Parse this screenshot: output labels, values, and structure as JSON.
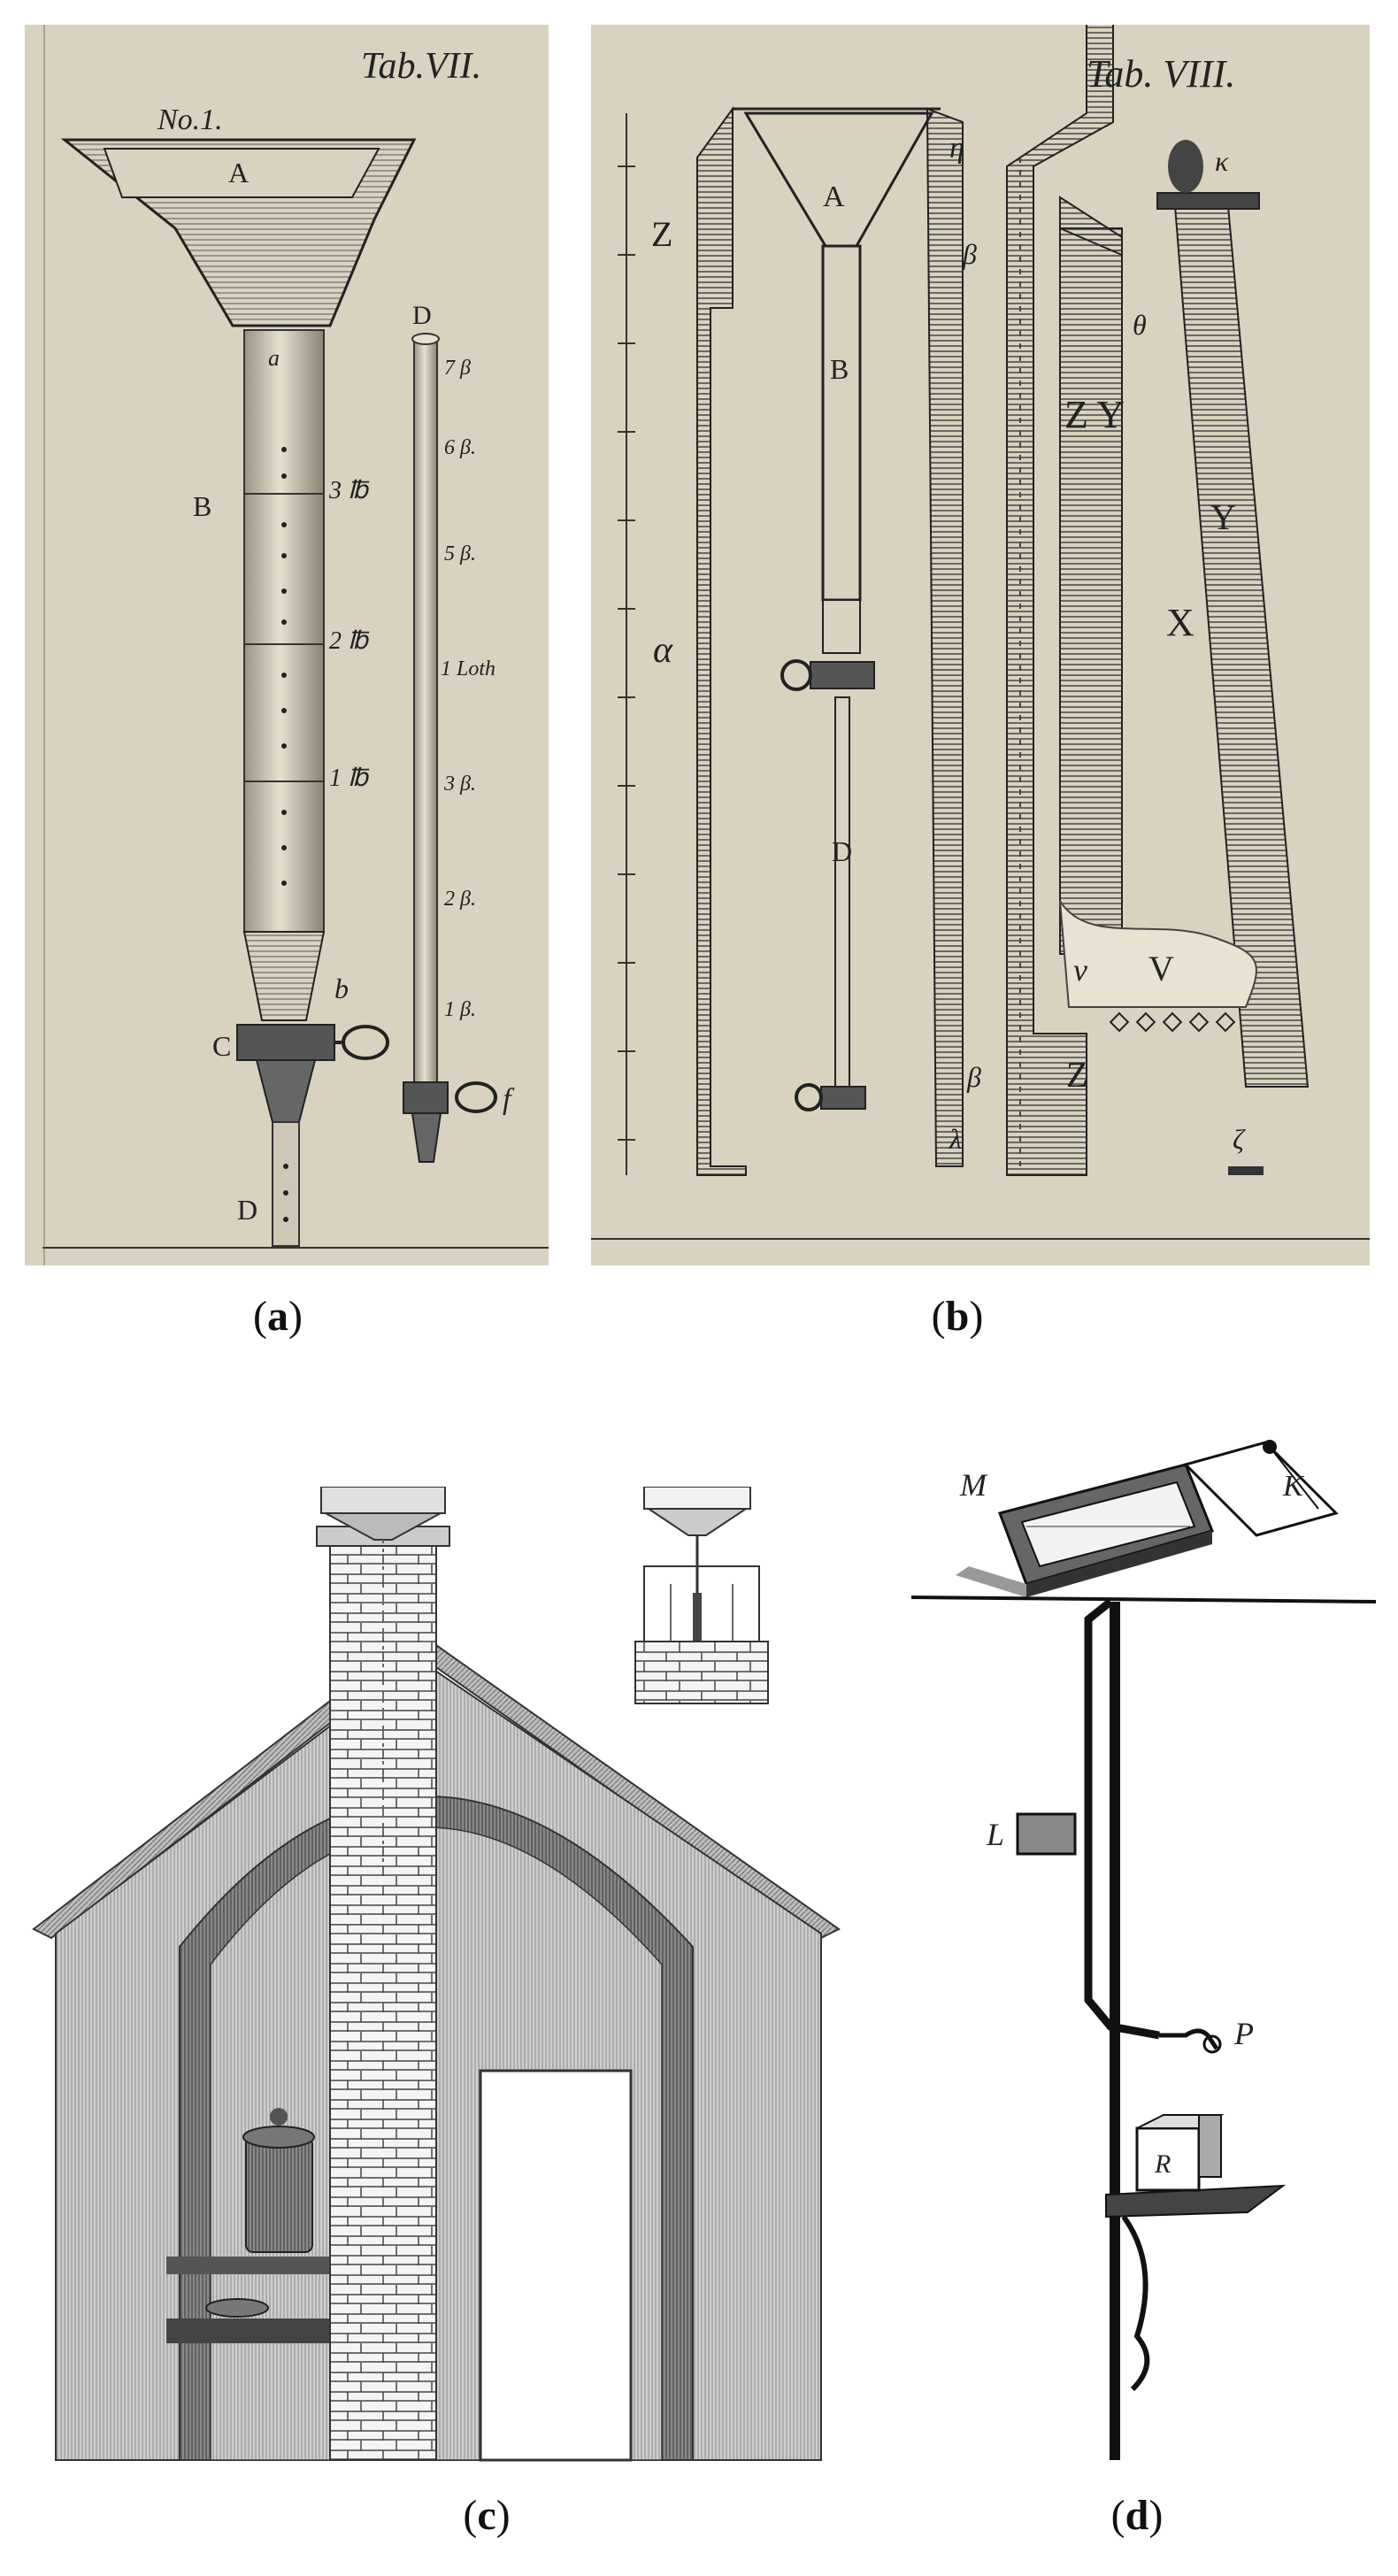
{
  "captions": {
    "a": "a",
    "b": "b",
    "c": "c",
    "d": "d"
  },
  "panel_a": {
    "plate": "Tab.VII.",
    "number": "No.1.",
    "labels": {
      "A": "A",
      "a": "a",
      "B": "B",
      "b": "b",
      "C": "C",
      "D": "D",
      "D2": "D",
      "f": "f"
    },
    "scale_main": [
      "3 ℔",
      "2 ℔",
      "1 ℔"
    ],
    "scale_tube": [
      "7 β",
      "6 β.",
      "5 β.",
      "1 Loth",
      "3 β.",
      "2 β.",
      "1 β."
    ]
  },
  "panel_b": {
    "plate": "Tab. VIII.",
    "labels": {
      "A": "A",
      "B": "B",
      "D": "D",
      "Z": "Z",
      "Z2": "Z",
      "ZY": "Z Y",
      "X": "X",
      "Y": "Y",
      "V": "V",
      "alpha": "α",
      "beta1": "β",
      "beta2": "β",
      "eta": "η",
      "theta": "θ",
      "kappa": "κ",
      "lambda": "λ",
      "nu": "ν",
      "zeta": "ζ"
    }
  },
  "panel_d": {
    "labels": {
      "M": "M",
      "K": "K",
      "L": "L",
      "P": "P",
      "R": "R"
    }
  },
  "colors": {
    "paper": "#d9d2c0",
    "ink": "#2b2b2b",
    "brick": "#f2f2f2",
    "wall": "#b8b8b8",
    "dark": "#4a4a4a"
  }
}
